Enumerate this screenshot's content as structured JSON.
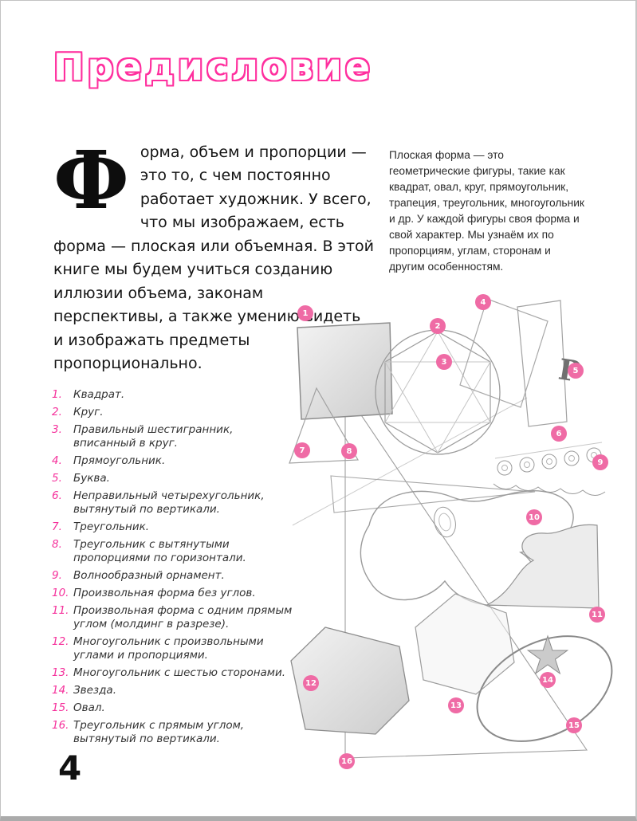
{
  "page": {
    "title": "Предисловие",
    "page_number": "4"
  },
  "colors": {
    "accent_pink": "#ff2f9e",
    "legend_number_pink": "#f5309b",
    "badge_pink": "#ef6ba5"
  },
  "intro": {
    "dropcap": "Ф",
    "text": "орма, объем и пропорции — это то, с чем постоянно работает художник. У всего, что мы изображаем, есть форма — плоская или объемная. В этой книге мы будем учиться созданию иллюзии объема, законам перспективы, а также умению видеть и изображать предметы пропорционально."
  },
  "side_note": "Плоская форма — это геометрические фигуры, такие как квадрат, овал, круг, прямоугольник, трапеция, треугольник, многоугольник и др. У каждой фигуры своя форма и свой характер. Мы узнаём их по пропорциям, углам, сторонам и другим особенностям.",
  "legend": {
    "items": [
      {
        "num": "1.",
        "label": "Квадрат."
      },
      {
        "num": "2.",
        "label": "Круг."
      },
      {
        "num": "3.",
        "label": "Правильный шестигранник, вписанный в круг."
      },
      {
        "num": "4.",
        "label": "Прямоугольник."
      },
      {
        "num": "5.",
        "label": "Буква."
      },
      {
        "num": "6.",
        "label": "Неправильный четырехугольник, вытянутый по вертикали."
      },
      {
        "num": "7.",
        "label": "Треугольник."
      },
      {
        "num": "8.",
        "label": "Треугольник с вытянутыми пропорциями по горизонтали."
      },
      {
        "num": "9.",
        "label": "Волнообразный орнамент."
      },
      {
        "num": "10.",
        "label": "Произвольная форма без углов."
      },
      {
        "num": "11.",
        "label": "Произвольная форма с одним прямым углом (молдинг в разрезе)."
      },
      {
        "num": "12.",
        "label": "Многоугольник с произвольными углами и пропорциями."
      },
      {
        "num": "13.",
        "label": "Многоугольник с шестью сторонами."
      },
      {
        "num": "14.",
        "label": "Звезда."
      },
      {
        "num": "15.",
        "label": "Овал."
      },
      {
        "num": "16.",
        "label": "Треугольник с прямым углом, вытянутый по вертикали."
      }
    ]
  },
  "figure": {
    "letter": "P",
    "badges": [
      "1",
      "2",
      "3",
      "4",
      "5",
      "6",
      "7",
      "8",
      "9",
      "10",
      "11",
      "12",
      "13",
      "14",
      "15",
      "16"
    ]
  }
}
